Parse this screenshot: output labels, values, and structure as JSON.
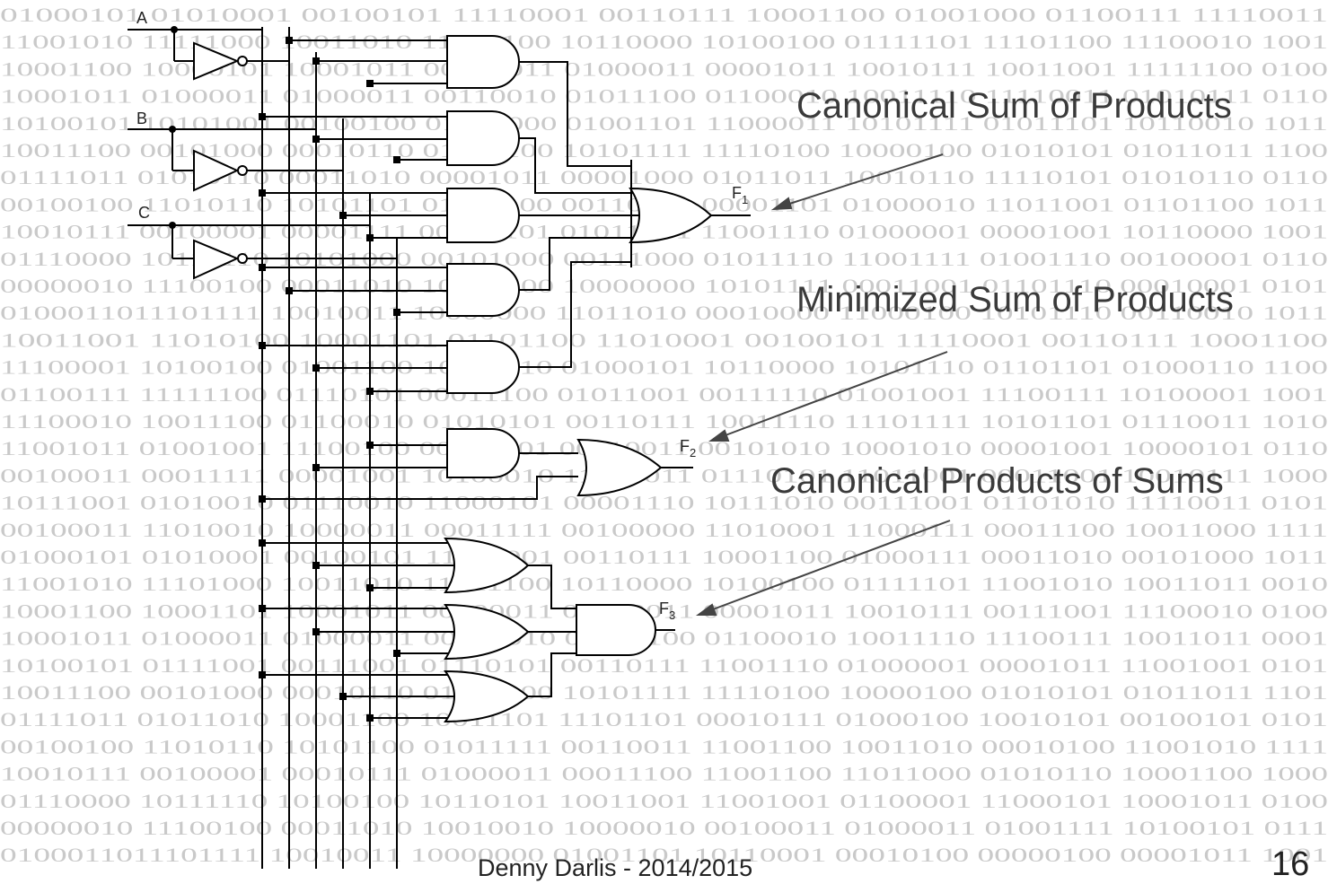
{
  "headings": {
    "canonical_sop": "Canonical Sum of Products",
    "minimized_sop": "Minimized Sum of Products",
    "canonical_pos": "Canonical Products of Sums"
  },
  "inputs": {
    "a": "A",
    "b": "B",
    "c": "C"
  },
  "outputs": {
    "f1": "F",
    "f1_sub": "1",
    "f2": "F",
    "f2_sub": "2",
    "f3": "F",
    "f3_sub": "3"
  },
  "footer": "Denny Darlis - 2014/2015",
  "page_number": "16",
  "background_binary": [
    "01000101 01010001 00100101 11110001 00110111 10001100 01001000 01100111 11110011",
    "11001010 11111000 10011010 11011100 10110000 10100100 01111101 11101100 11100010 1001",
    "10001100 10000101 10001011 00100011 01000011 00001011 10010111 10011001 11111100 0100",
    "10001011 01000011 01000011 00110010 01011100 01100010 10011110 11110011 01010111 0110",
    "10100101 10101001 00100100 01011000 01001101 11000011 10101111 01011101 10110010 1011",
    "10011100 00101000 00010110 01110100 10101111 11110100 10000100 01010101 01011011 1100",
    "01111011 01010110 00011010 00001011 00001000 01011011 10010110 11110101 01010110 0110",
    "00100100 11010110 10101101 01011100 00110010 00001101 01000010 11011001 01101100 1011",
    "10010111 00100001 00001111 00100101 01011001 11001110 01000001 00001001 10110000 1001",
    "01110000 10111110 10101000 00101000 00111000 01011110 11001111 01001110 00100001 0110",
    "00000010 11100100 00011010 10010100 10000000 10101111 00011001 01101110 00010001 0101",
    "0100011011101111 10010011 10000000 11011010 00010000 11000100 10101110 00110010 1011",
    "10011001 11010100 10001101 01101100 11010001 00100101 11110001 00110111 10001100",
    "11100001 10100100 01001100 10111010 01000101 10110000 10101110 01101101 01000110 1100",
    "01100111 11111100 01110101 00011100 01011001 00111110 01001001 11100111 10100001 1001",
    "11100010 10011100 01100010 01010101 00110111 10011110 11101111 10101101 01110011 1010",
    "11001011 01001001 11100100 00110101 00110011 00101010 10001010 00001001 10000101 0110",
    "00100011 00011111 00001001 10100010 11101011 01110101 11011001 00011001 10010111 1000",
    "10111001 01010010 01110010 11000101 00001110 10111010 00111001 01101010 11110011 0101",
    "00100011 11010010 10000011 00011111 00100000 11010001 11000111 00011100 10011000 1111",
    "01000101 01010001 00100101 11110001 00110111 10001100 01000111 00011010 00101000 1011",
    "11001010 11101000 10011010 11011100 10110000 10100100 01111101 11001010 10011011 0010",
    "10001100 10001101 10001011 00100011 01000011 00001011 10010111 00111001 11100010 0100",
    "10001011 01000011 01000011 00110010 01011100 01100010 10011110 11100111 10011011 0001",
    "10100101 01111001 00111001 01110101 00110111 11001110 01000001 00001011 11001001 0101",
    "10011100 00101000 00010110 01110100 10101111 11110100 10000100 01010101 01011011 1101",
    "01111011 01011010 10001100 10011101 11101101 00010111 01000100 10010101 00100101 0101",
    "00100100 11010110 10101100 01011111 00110011 11001100 10011010 00010100 11001010 1111",
    "10010111 00100001 00010111 01000011 00011100 11001100 11011000 01010110 10001100 1000",
    "01110000 10111110 10100100 10110101 10011001 11001001 01100001 11000101 10001011 0100",
    "00000010 11100100 00011010 10010010 10000010 00100011 01000011 01001111 10100101 0111",
    "0100011011101111 10010011 10000000 01001101 10110001 00010100 00000100 00001011 1001"
  ]
}
